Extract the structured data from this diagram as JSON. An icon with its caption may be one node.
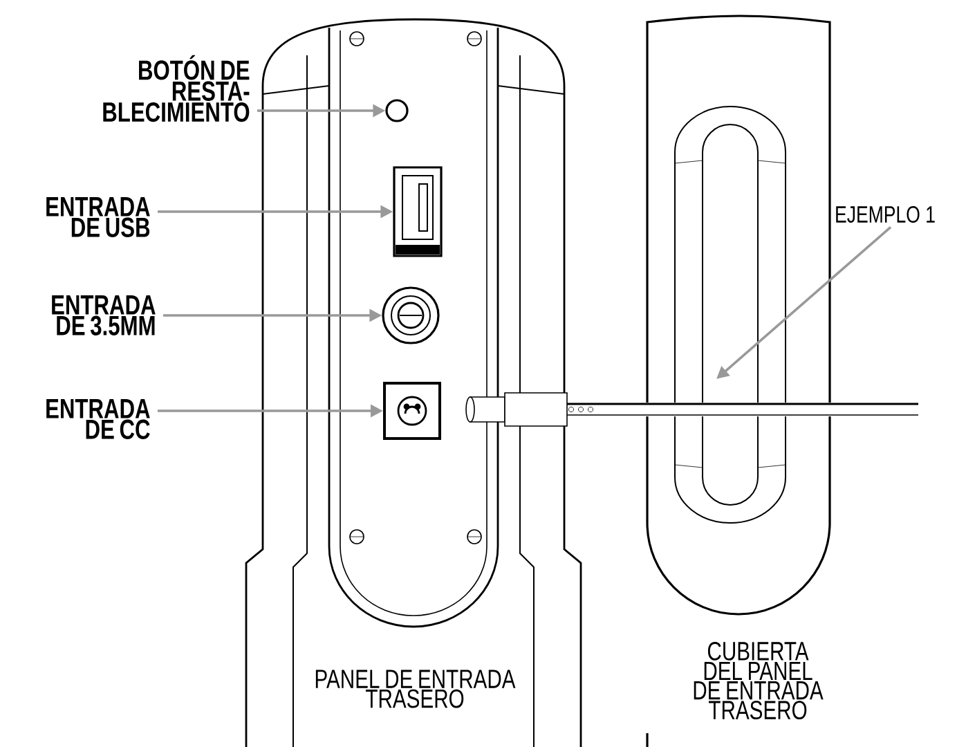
{
  "diagram": {
    "nodes": [
      {
        "text": [
          "BOTÓN DE RESTA- BLECIMIENTO"
        ]
      },
      {
        "text": [],
        "shape": "circle"
      },
      {
        "text": [
          "ENTRADA DE USB"
        ]
      },
      {
        "text": [],
        "shape": "box"
      },
      {
        "text": [
          "ENTRADA DE 3.5MM"
        ]
      },
      {
        "text": [],
        "shape": "circle"
      },
      {
        "text": [
          "ENTRADA DE CC"
        ]
      },
      {
        "text": [],
        "shape": "box"
      },
      {
        "text": [
          "EJEMPLO 1"
        ]
      }
    ],
    "edges": [
      {
        "from": 0,
        "to": 1,
        "arrow": "to"
      },
      {
        "from": 2,
        "to": 3,
        "arrow": "to"
      },
      {
        "from": 4,
        "to": 5,
        "arrow": "to"
      },
      {
        "from": 6,
        "to": 7,
        "arrow": "to"
      },
      {
        "from": 8,
        "to": null,
        "arrow": "to"
      }
    ],
    "labels": [
      "PANEL DE ENTRADA TRASERO",
      "CUBIERTA DEL PANEL DE ENTRADA TRASERO"
    ]
  }
}
